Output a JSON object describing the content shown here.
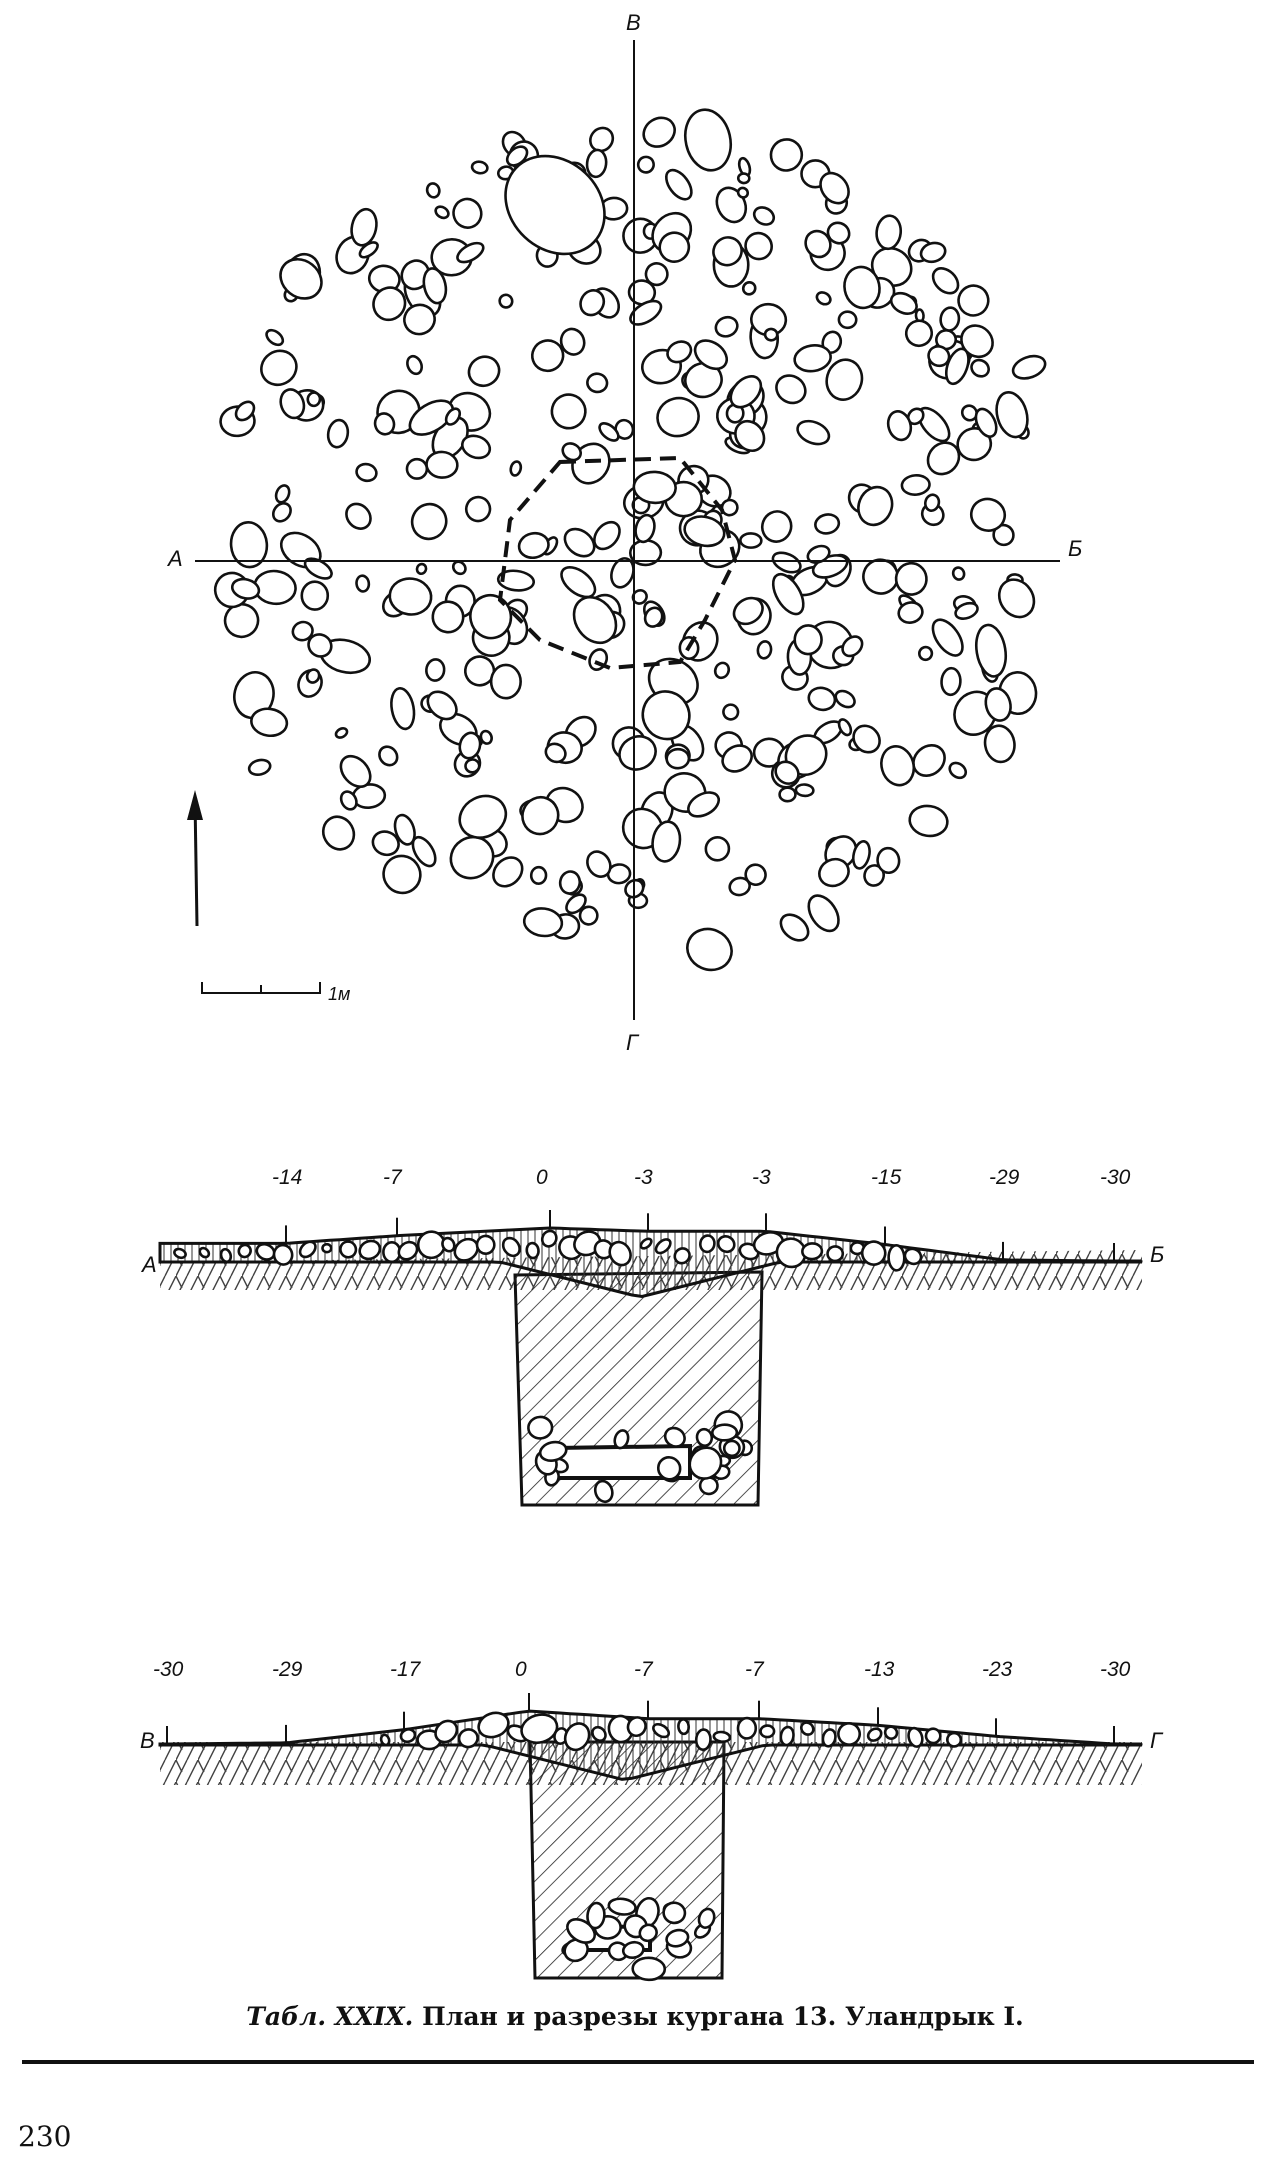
{
  "plan": {
    "axis_labels": {
      "top": "В",
      "bottom": "Г",
      "left": "А",
      "right": "Б"
    },
    "scale_label": "1м"
  },
  "section_ab": {
    "left_label": "А",
    "right_label": "Б",
    "elevations": [
      "-14",
      "-7",
      "0",
      "-3",
      "-3",
      "-15",
      "-29",
      "-30"
    ]
  },
  "section_vg": {
    "left_label": "В",
    "right_label": "Г",
    "elevations": [
      "-30",
      "-29",
      "-17",
      "0",
      "-7",
      "-7",
      "-13",
      "-23",
      "-30"
    ]
  },
  "caption": {
    "prefix": "Табл. XXIX.",
    "text": "План и разрезы кургана 13. Уландрык I."
  },
  "page_number": "230"
}
